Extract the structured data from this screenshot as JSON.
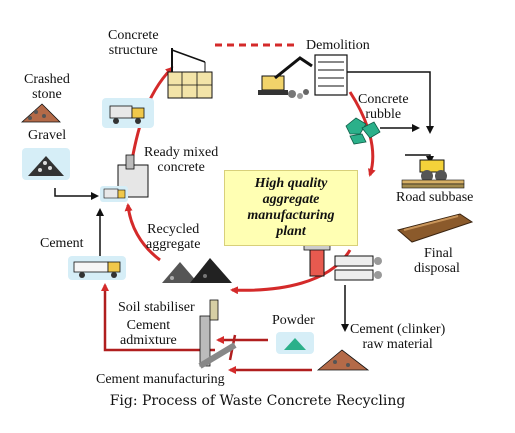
{
  "nodes": {
    "concrete_structure": [
      "Concrete",
      "structure"
    ],
    "demolition": "Demolition",
    "crashed_stone": [
      "Crashed",
      "stone"
    ],
    "gravel": "Gravel",
    "concrete_rubble": [
      "Concrete",
      "rubble"
    ],
    "ready_mixed_concrete": [
      "Ready mixed",
      "concrete"
    ],
    "road_subbase": "Road subbase",
    "final_disposal": [
      "Final",
      "disposal"
    ],
    "cement": "Cement",
    "recycled_aggregate": [
      "Recycled",
      "aggregate"
    ],
    "soil_stabiliser": "Soil stabiliser",
    "cement_admixture": [
      "Cement",
      "admixture"
    ],
    "powder": "Powder",
    "cement_clinker": [
      "Cement (clinker)",
      "raw material"
    ],
    "cement_manufacturing": "Cement manufacturing"
  },
  "plant": [
    "High quality",
    "aggregate",
    "manufacturing",
    "plant"
  ],
  "caption": "Fig: Process of Waste Concrete Recycling",
  "colors": {
    "cycle_arrow": "#d42a2a",
    "plant_fill": "#ffffb3",
    "icon_bg": "#d6eef7",
    "rubble": "#2bb08a"
  }
}
